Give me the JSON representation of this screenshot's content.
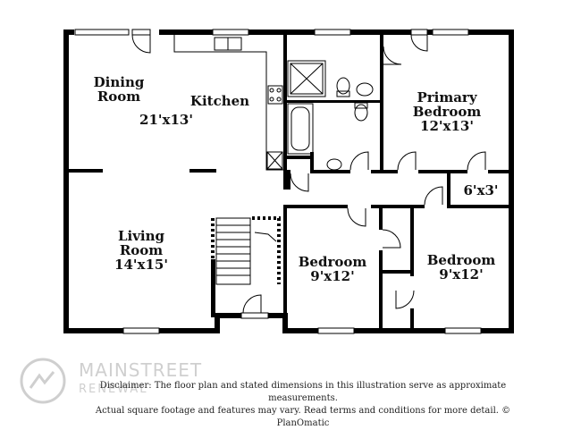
{
  "rooms": {
    "dining": {
      "name_line1": "Dining",
      "name_line2": "Room"
    },
    "kitchen": {
      "name": "Kitchen",
      "dims": "21'x13'"
    },
    "primary_bedroom": {
      "name_line1": "Primary",
      "name_line2": "Bedroom",
      "dims": "12'x13'"
    },
    "closet": {
      "dims": "6'x3'"
    },
    "living": {
      "name_line1": "Living",
      "name_line2": "Room",
      "dims": "14'x15'"
    },
    "bedroom_center": {
      "name": "Bedroom",
      "dims": "9'x12'"
    },
    "bedroom_right": {
      "name": "Bedroom",
      "dims": "9'x12'"
    }
  },
  "disclaimer": {
    "line1": "Disclaimer: The floor plan and stated dimensions in this illustration serve as approximate measurements.",
    "line2": "Actual square footage and features may vary. Read terms and conditions for more detail. © PlanOmatic"
  },
  "watermark": {
    "brand_line1": "MAINSTREET",
    "brand_line2": "RENEWAL"
  }
}
